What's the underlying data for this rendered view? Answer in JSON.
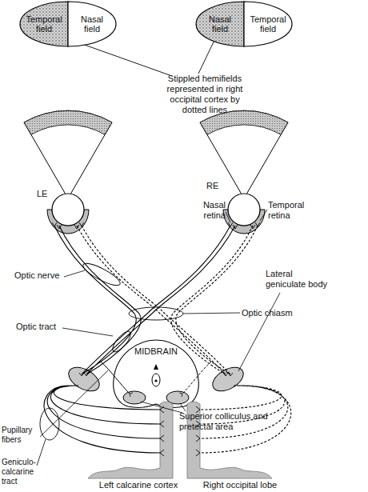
{
  "diagram": {
    "nodes": [
      {
        "text": [
          "Temporal field"
        ]
      },
      {
        "text": [
          "Nasal field"
        ]
      },
      {
        "text": [
          "Nasal field"
        ]
      },
      {
        "text": [
          "Temporal field"
        ]
      }
    ],
    "labels": [
      "Stippled hemifields represented in right occipital cortex by dotted lines",
      "LE",
      "RE",
      "Nasal retina",
      "Temporal retina",
      "Optic nerve",
      "Optic chiasm",
      "Optic tract",
      "Lateral geniculate body",
      "MIDBRAIN",
      "Superior colliculus and pretectal area",
      "Pupillary fibers",
      "Geniculo-calcarine tract",
      "Left calcarine cortex",
      "Right occipital lobe"
    ]
  }
}
